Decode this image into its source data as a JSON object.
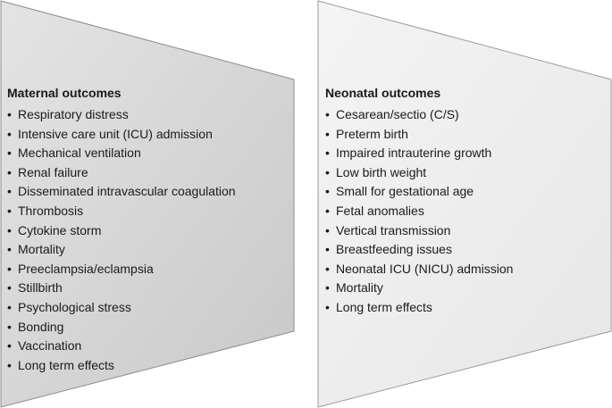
{
  "maternal": {
    "title": "Maternal outcomes",
    "color": "#d2d2d2",
    "items": [
      "Respiratory distress",
      "Intensive care unit (ICU) admission",
      "Mechanical ventilation",
      "Renal failure",
      "Disseminated intravascular coagulation",
      "Thrombosis",
      "Cytokine storm",
      "Mortality",
      "Preeclampsia/eclampsia",
      "Stillbirth",
      "Psychological stress",
      "Bonding",
      "Vaccination",
      "Long term effects"
    ]
  },
  "neonatal": {
    "title": "Neonatal outcomes",
    "color": "#ececec",
    "items": [
      "Cesarean/sectio (C/S)",
      "Preterm birth",
      "Impaired intrauterine growth",
      "Low birth weight",
      "Small for gestational age",
      "Fetal anomalies",
      "Vertical transmission",
      "Breastfeeding issues",
      "Neonatal ICU (NICU) admission",
      "Mortality",
      "Long term effects"
    ]
  },
  "bullet_symbol": "•"
}
